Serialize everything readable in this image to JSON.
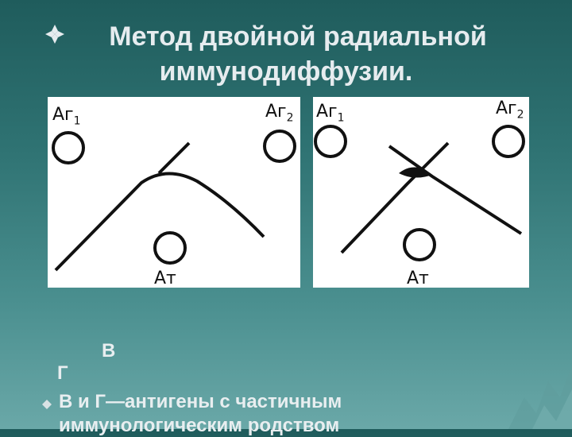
{
  "title": {
    "line1": "Метод двойной радиальной",
    "line2": "иммунодиффузии."
  },
  "left_panel": {
    "antigen1_base": "Аг",
    "antigen1_sub": "1",
    "antigen2_base": "Аг",
    "antigen2_sub": "2",
    "antibody": "Ат"
  },
  "right_panel": {
    "antigen1_base": "Аг",
    "antigen1_sub": "1",
    "antigen2_base": "Аг",
    "antigen2_sub": "2",
    "antibody": "Ат"
  },
  "text": {
    "v_label": "В",
    "g_label": "Г",
    "bullet_line1": "В и Г—антигены с частичным",
    "bullet_line2": "иммунологическим родством"
  },
  "colors": {
    "background_top": "#1f5c5c",
    "bullet_color": "#e6ecef",
    "line_color": "#111111"
  },
  "icons": {
    "title_bullet": "diamond-bullet-icon",
    "list_bullet": "square-bullet-icon"
  }
}
